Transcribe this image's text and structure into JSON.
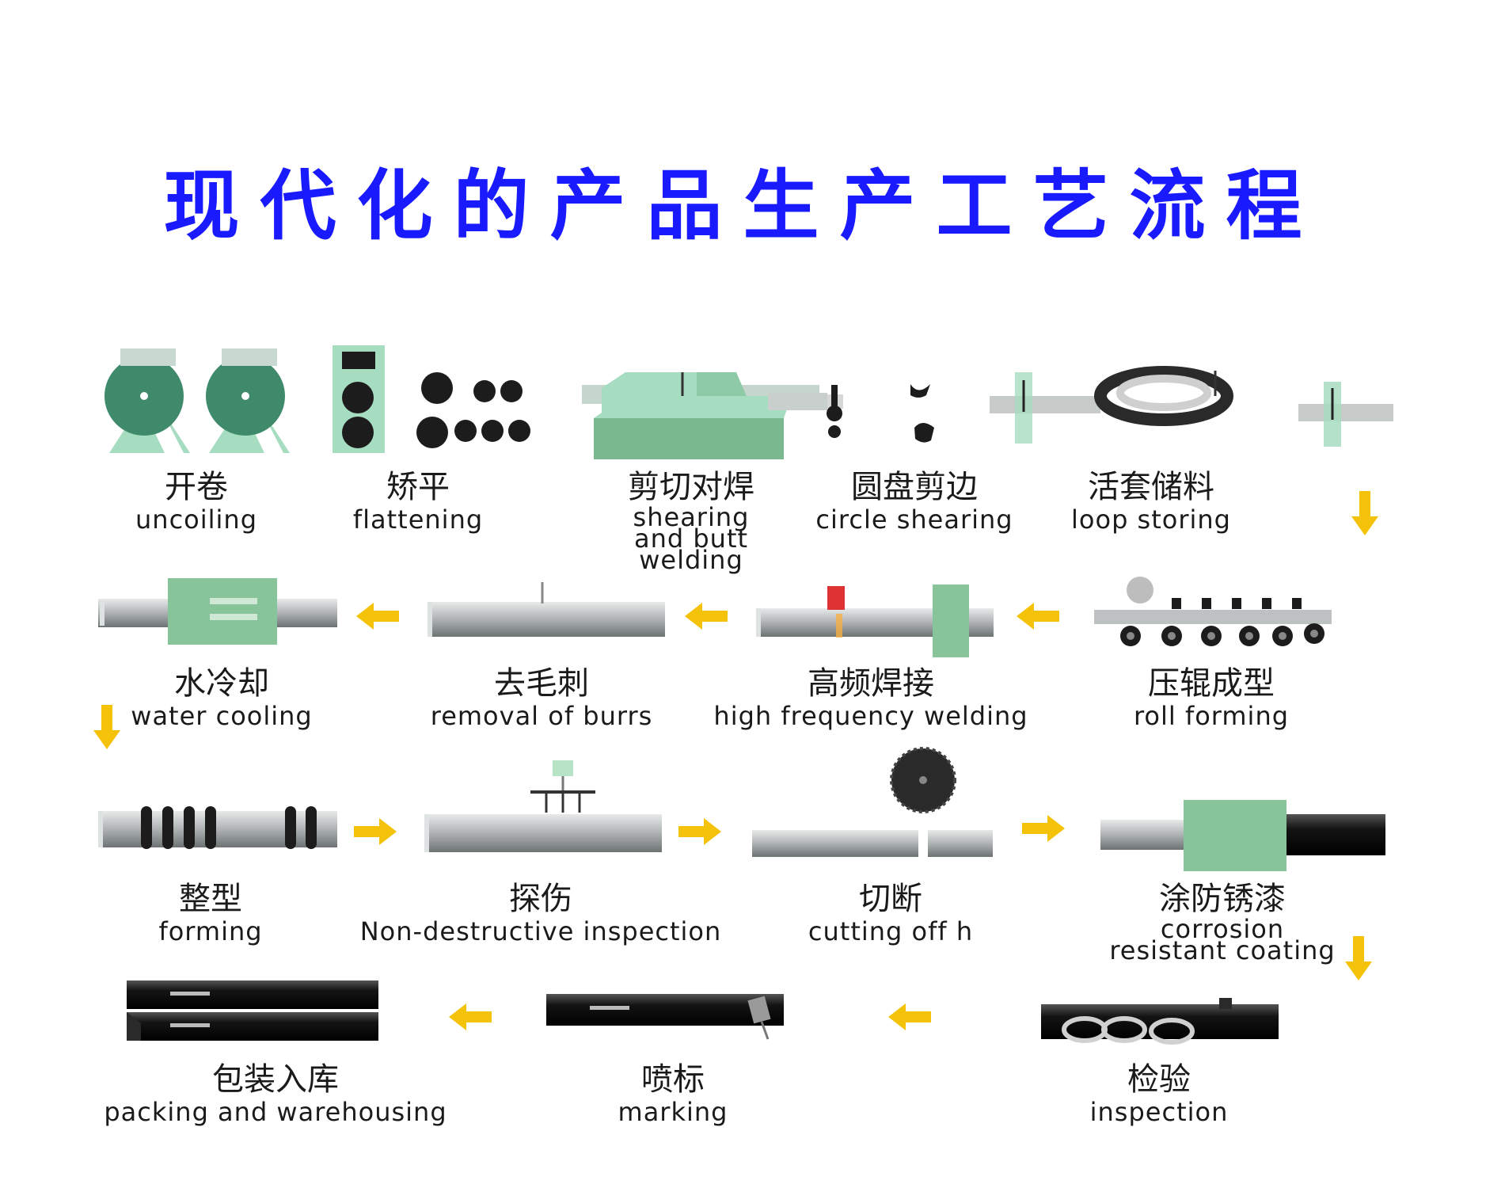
{
  "title": "现代化的产品生产工艺流程",
  "steps": [
    {
      "zh": "开卷",
      "en": "uncoiling"
    },
    {
      "zh": "矫平",
      "en": "flattening"
    },
    {
      "zh": "剪切对焊",
      "en": "shearing and butt welding"
    },
    {
      "zh": "圆盘剪边",
      "en": "circle shearing"
    },
    {
      "zh": "活套储料",
      "en": "loop storing"
    },
    {
      "zh": "压辊成型",
      "en": "roll forming"
    },
    {
      "zh": "高频焊接",
      "en": "high frequency welding"
    },
    {
      "zh": "去毛刺",
      "en": "removal of burrs"
    },
    {
      "zh": "水冷却",
      "en": "water cooling"
    },
    {
      "zh": "整型",
      "en": "forming"
    },
    {
      "zh": "探伤",
      "en": "Non-destructive inspection"
    },
    {
      "zh": "切断",
      "en": "cutting off h"
    },
    {
      "zh": "涂防锈漆",
      "en": "corrosion resistant coating"
    },
    {
      "zh": "检验",
      "en": "inspection"
    },
    {
      "zh": "喷标",
      "en": "marking"
    },
    {
      "zh": "包装入库",
      "en": "packing and warehousing"
    }
  ],
  "colors": {
    "title": "#1a1aff",
    "machine_green": "#3e8a6a",
    "housing_green": "#88c49a",
    "arrow": "#f5c20a",
    "steel": "#b9bcbd",
    "pipe_black": "#141414"
  }
}
